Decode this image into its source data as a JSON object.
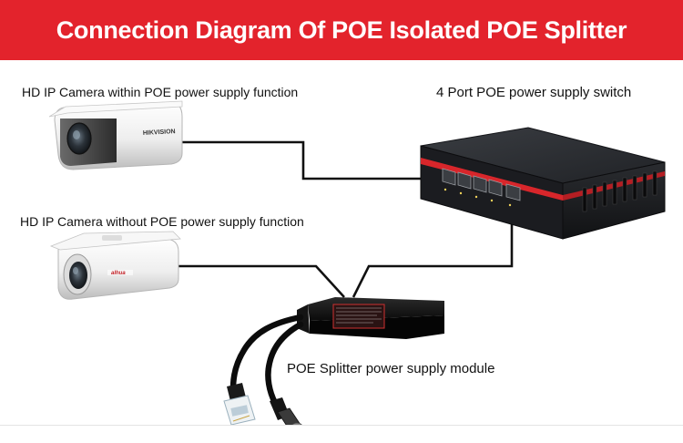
{
  "title": "Connection Diagram Of POE Isolated POE Splitter",
  "labels": {
    "camera_poe": "HD IP Camera within POE power supply function",
    "switch": "4 Port POE power supply switch",
    "camera_no_poe": "HD IP Camera without POE power supply function",
    "splitter": "POE Splitter power supply module"
  },
  "brands": {
    "camera_poe": "HIKVISION",
    "camera_no_poe": "alhua"
  },
  "colors": {
    "banner": "#e3232c",
    "switch_stripe": "#d8262b",
    "switch_body": "#1d1f22",
    "cable": "#111111",
    "camera_body": "#f2f2f2"
  }
}
